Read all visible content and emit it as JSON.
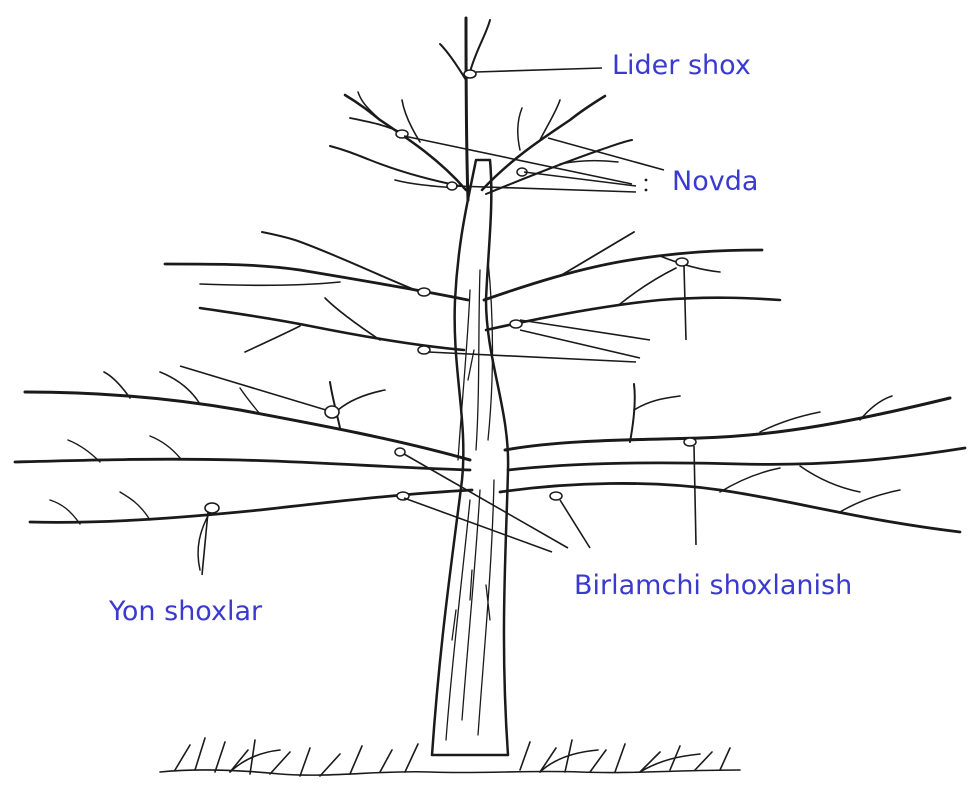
{
  "labels": {
    "lider_shox": "Lider shox",
    "novda": "Novda",
    "birlamchi_shoxlanish": "Birlamchi shoxlanish",
    "yon_shoxlar": "Yon shoxlar"
  },
  "colors": {
    "label_text": "#3a3ad0",
    "ink": "#1a1a1a"
  }
}
